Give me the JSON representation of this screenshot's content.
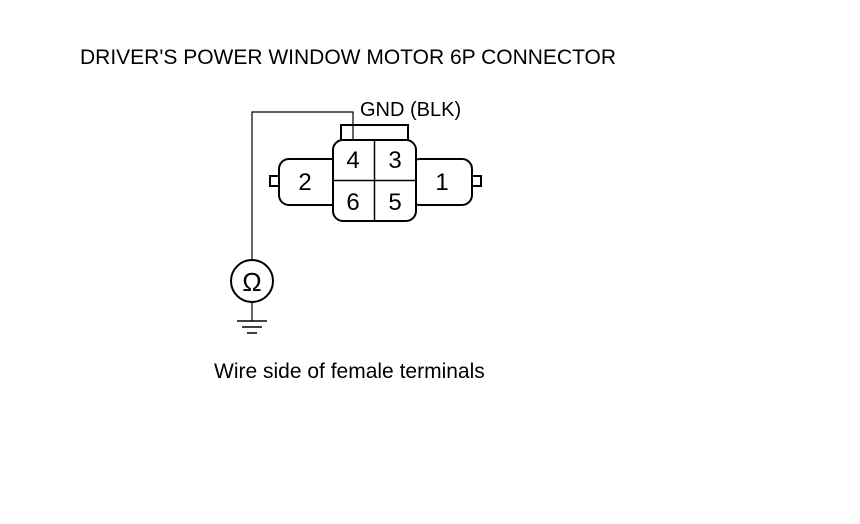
{
  "diagram": {
    "title": "DRIVER'S POWER WINDOW MOTOR 6P CONNECTOR",
    "gnd_label": "GND (BLK)",
    "caption": "Wire side of female terminals",
    "meter_symbol": "Ω",
    "meter_icon": "ohmmeter-icon",
    "ground_icon": "ground-icon",
    "pins": {
      "pin_1": "1",
      "pin_2": "2",
      "pin_3": "3",
      "pin_4": "4",
      "pin_5": "5",
      "pin_6": "6"
    }
  }
}
